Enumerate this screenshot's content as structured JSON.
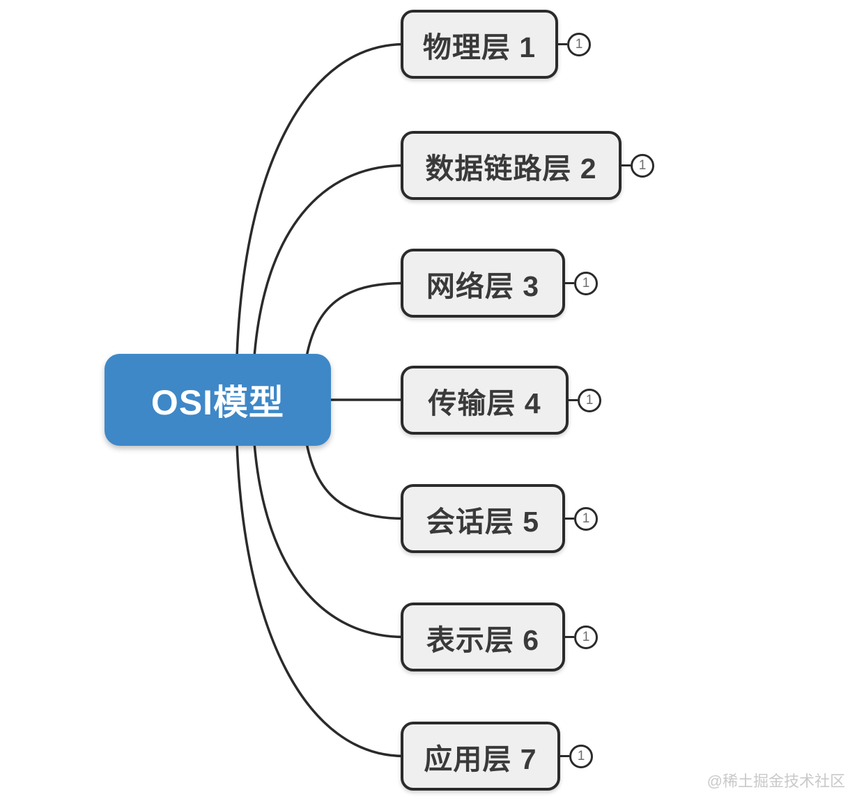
{
  "root": {
    "label": "OSI模型"
  },
  "nodes": [
    {
      "label": "物理层 1",
      "badge": "1"
    },
    {
      "label": "数据链路层 2",
      "badge": "1"
    },
    {
      "label": "网络层 3",
      "badge": "1"
    },
    {
      "label": "传输层 4",
      "badge": "1"
    },
    {
      "label": "会话层 5",
      "badge": "1"
    },
    {
      "label": "表示层 6",
      "badge": "1"
    },
    {
      "label": "应用层 7",
      "badge": "1"
    }
  ],
  "watermark": "@稀土掘金技术社区",
  "colors": {
    "root_fill": "#3E88C8",
    "root_text": "#FFFFFF",
    "node_fill": "#EFEFEF",
    "node_border": "#2B2B2B",
    "node_text": "#3A3A3A",
    "connector": "#2B2B2B",
    "badge_text": "#6E6E6E",
    "watermark_text": "#C9C9C9"
  }
}
